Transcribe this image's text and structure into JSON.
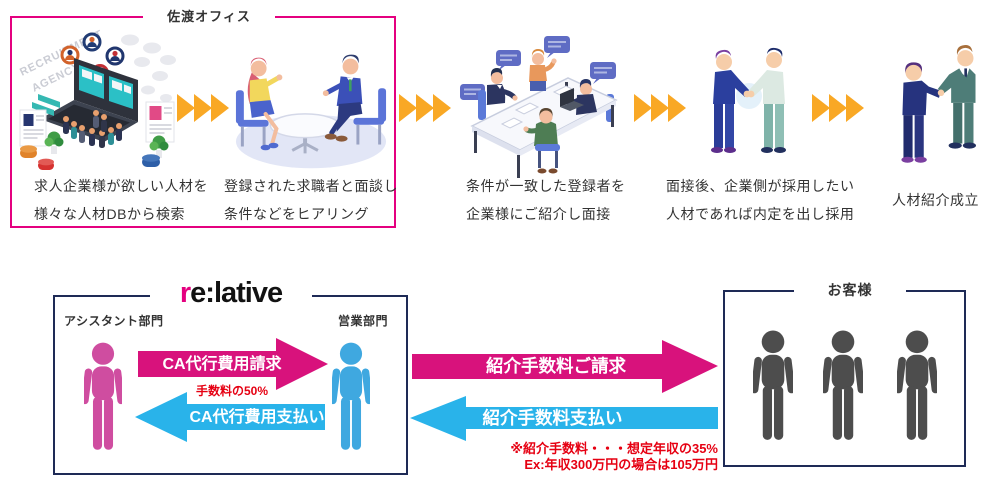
{
  "colors": {
    "magenta_border": "#e4007f",
    "pink_arrow": "#d8127c",
    "blue_arrow": "#29b3ea",
    "pink_person": "#cf4da0",
    "blue_person": "#3fa8e0",
    "dark_person": "#4d4d4d",
    "navy_border": "#1e2a56",
    "flow_arrow_yellow": "#f9a825",
    "note_red": "#e60012",
    "text_dark": "#333333"
  },
  "icons": {
    "flow-arrow-icon": "triple-right-chevron",
    "person-icon": "standing-person-pictogram"
  },
  "top_flow": {
    "office_label": "佐渡オフィス",
    "wall_text_line1": "RECRUITMENT",
    "wall_text_line2": "AGENCY",
    "steps": [
      {
        "caption_line1": "求人企業様が欲しい人材を",
        "caption_line2": "様々な人材DBから検索"
      },
      {
        "caption_line1": "登録された求職者と面談し",
        "caption_line2": "条件などをヒアリング"
      },
      {
        "caption_line1": "条件が一致した登録者を",
        "caption_line2": "企業様にご紹介し面接"
      },
      {
        "caption_line1": "面接後、企業側が採用したい",
        "caption_line2": "人材であれば内定を出し採用"
      },
      {
        "caption_line1": "人材紹介成立"
      }
    ]
  },
  "bottom_flow": {
    "logo": {
      "prefix": "r",
      "rest": "e:lative"
    },
    "relative_box": {
      "assistant_label": "アシスタント部門",
      "sales_label": "営業部門",
      "invoice_arrow_label": "CA代行費用請求",
      "fee_share_note": "手数料の50%",
      "payment_arrow_label": "CA代行費用支払い"
    },
    "external": {
      "invoice_arrow_label": "紹介手数料ご請求",
      "payment_arrow_label": "紹介手数料支払い",
      "fee_note_line1": "※紹介手数料・・・想定年収の35%",
      "fee_note_line2": "Ex:年収300万円の場合は105万円"
    },
    "customer_box": {
      "label": "お客様"
    }
  }
}
